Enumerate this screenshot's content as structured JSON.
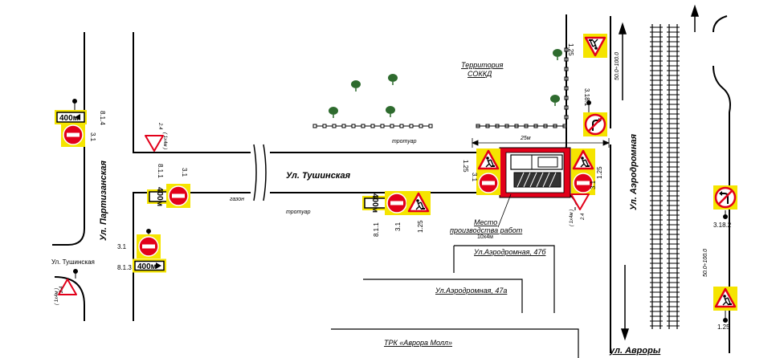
{
  "streets": {
    "tushinskaya": "Ул. Тушинская",
    "tushinskaya_small": "Ул. Тушинская",
    "partizanskaya": "Ул. Партизанская",
    "aerodromnaya": "Ул. Аэродромная",
    "avrory": "ул. Авроры"
  },
  "labels": {
    "territory_line1": "Территория",
    "territory_line2": "СОККД",
    "sidewalk_top": "тротуар",
    "sidewalk_bottom": "тротуар",
    "lawn": "газон",
    "worksite_line1": "Место",
    "worksite_line2": "производства работ",
    "worksite_size": "10х4м",
    "length_25": "25м",
    "dist_left": "50.0÷100.0",
    "dist_right": "50.0÷100.0",
    "note_left": "( 1х4м )",
    "note_top": "( 1х4м )",
    "note_bottom": "( 1х4м )"
  },
  "buildings": {
    "b47b": "Ул.Аэродромная, 47б",
    "b47a": "Ул.Аэродромная, 47а",
    "mall": "ТРК «Аврора Молл»"
  },
  "sign_codes": {
    "s_3_1": "3.1",
    "s_8_1_4": "8.1.4",
    "s_8_1_3": "8.1.3",
    "s_8_1_1": "8.1.1",
    "s_1_25": "1.25",
    "s_3_18_1": "3.18.1",
    "s_3_18_2": "3.18.2",
    "s_2_4": "2.4",
    "dist_400": "400м"
  },
  "colors": {
    "sign_yellow": "#f5e400",
    "sign_red": "#e2001a",
    "road": "#000000",
    "tree": "#2e6b2e"
  }
}
